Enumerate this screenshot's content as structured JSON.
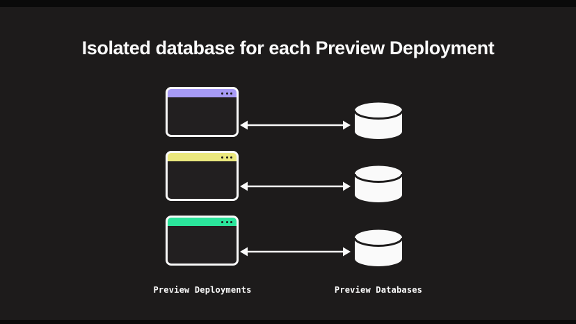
{
  "title": "Isolated database for each Preview Deployment",
  "diagram": {
    "rows": [
      {
        "id": "preview-1",
        "accent": "#a79af6",
        "accent_name": "purple"
      },
      {
        "id": "preview-2",
        "accent": "#ebe87e",
        "accent_name": "yellow"
      },
      {
        "id": "preview-3",
        "accent": "#2be49b",
        "accent_name": "green"
      }
    ],
    "left_label": "Preview Deployments",
    "right_label": "Preview Databases"
  },
  "icons": {
    "window": "browser-window-icon",
    "database": "database-icon",
    "arrow": "bidirectional-arrow-icon"
  },
  "colors": {
    "background": "#1d1b1b",
    "frame": "#0a0a0a",
    "foreground": "#fafafa",
    "window_content": "#221f20",
    "window_dot": "#1b1a1a"
  }
}
